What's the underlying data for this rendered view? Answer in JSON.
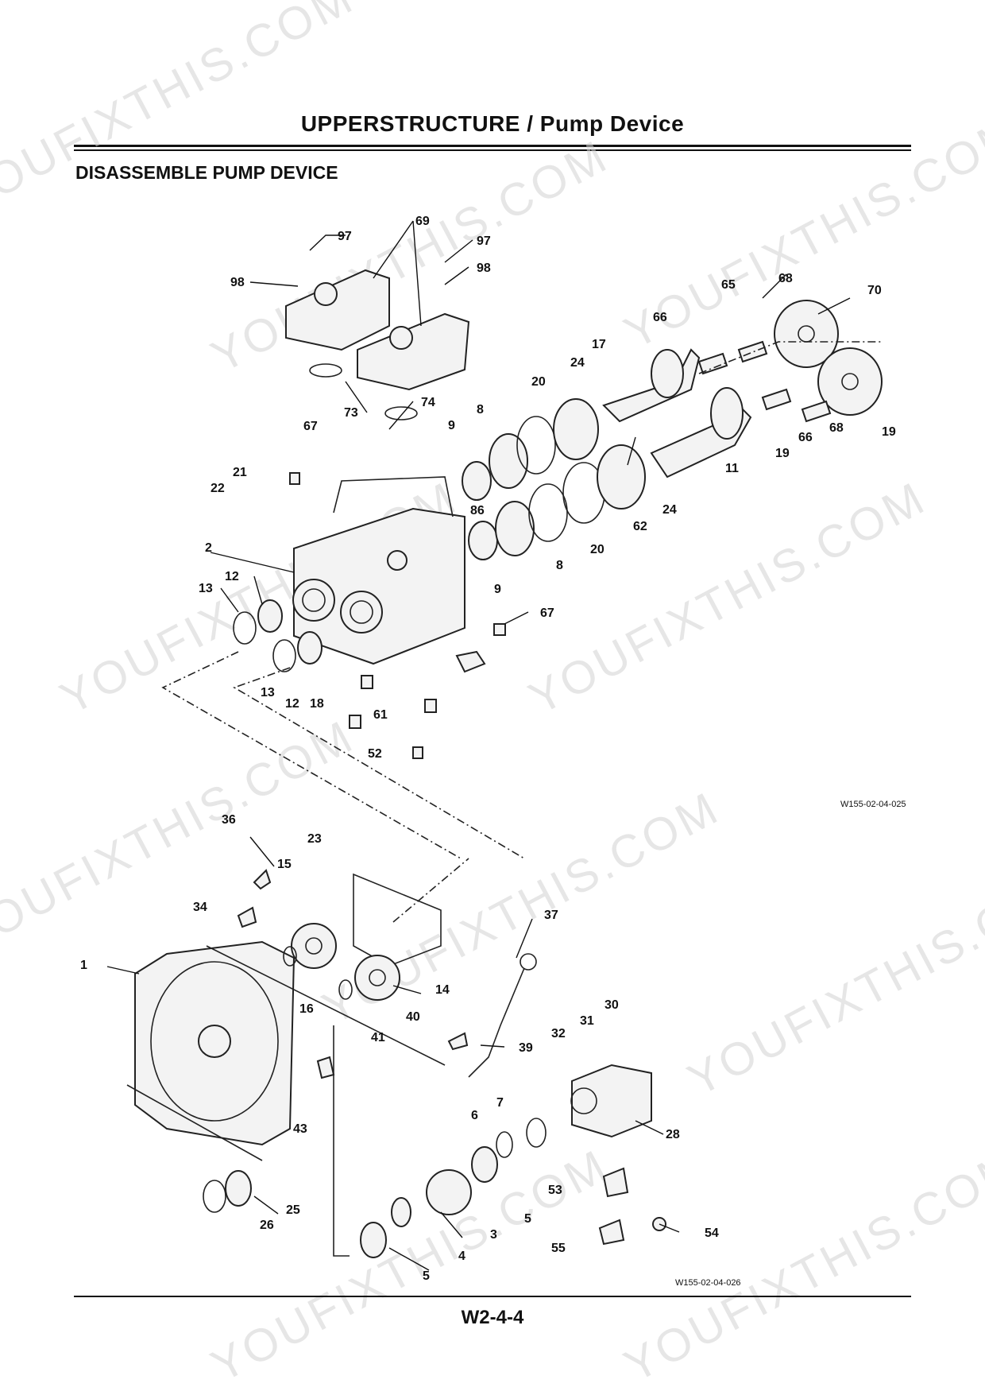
{
  "header": {
    "title": "UPPERSTRUCTURE / Pump Device"
  },
  "section": {
    "title": "DISASSEMBLE PUMP DEVICE"
  },
  "figures": {
    "upper_code": "W155-02-04-025",
    "lower_code": "W155-02-04-026"
  },
  "footer": {
    "page_code": "W2-4-4"
  },
  "watermark": {
    "text": "YOUFIXTHIS.COM"
  },
  "callouts_upper": [
    "97",
    "69",
    "97",
    "98",
    "98",
    "73",
    "74",
    "67",
    "21",
    "22",
    "2",
    "86",
    "12",
    "13",
    "13",
    "12",
    "18",
    "61",
    "52",
    "67",
    "66",
    "65",
    "68",
    "70",
    "17",
    "24",
    "20",
    "8",
    "9",
    "11",
    "24",
    "62",
    "20",
    "8",
    "9",
    "19",
    "66",
    "68",
    "19"
  ],
  "callouts_lower": [
    "36",
    "23",
    "15",
    "34",
    "1",
    "14",
    "16",
    "37",
    "40",
    "39",
    "41",
    "31",
    "30",
    "32",
    "43",
    "6",
    "7",
    "28",
    "25",
    "26",
    "5",
    "3",
    "4",
    "5",
    "53",
    "54",
    "55"
  ]
}
